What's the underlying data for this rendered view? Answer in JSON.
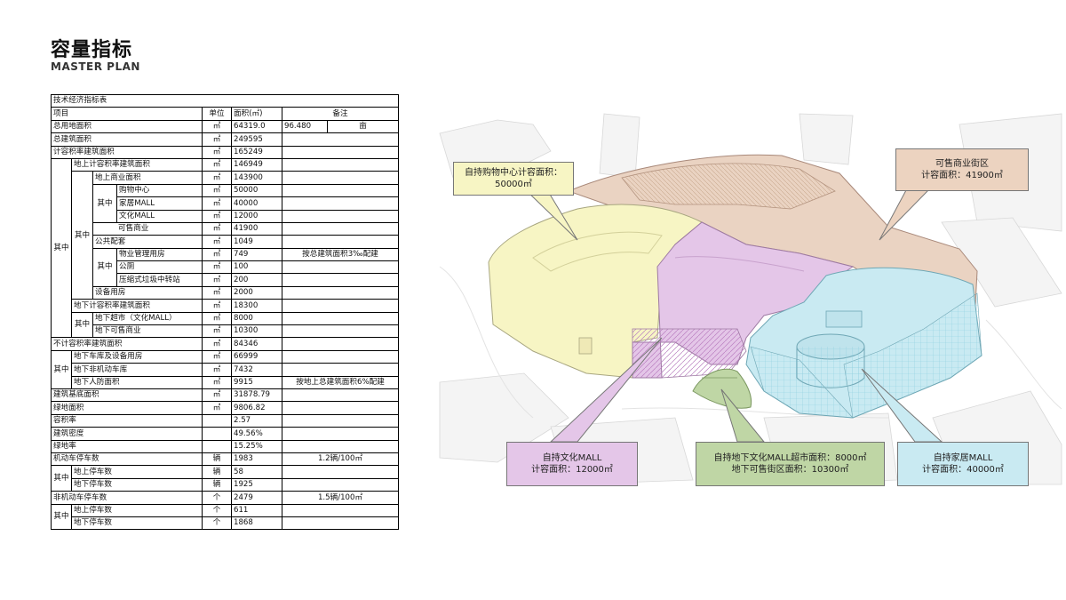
{
  "header": {
    "title": "容量指标",
    "subtitle": "MASTER PLAN"
  },
  "table": {
    "caption": "技术经济指标表",
    "headers": {
      "item": "项目",
      "unit": "单位",
      "area": "面积(㎡)",
      "note": "备注"
    },
    "qizhong": "其中",
    "rows": {
      "total_land": {
        "label": "总用地面积",
        "unit": "㎡",
        "value": "64319.0",
        "mu_value": "96.480",
        "mu_unit": "亩"
      },
      "total_build": {
        "label": "总建筑面积",
        "unit": "㎡",
        "value": "249595"
      },
      "far_build": {
        "label": "计容积率建筑面积",
        "unit": "㎡",
        "value": "165249"
      },
      "above_far": {
        "label": "地上计容积率建筑面积",
        "unit": "㎡",
        "value": "146949"
      },
      "above_commercial": {
        "label": "地上商业面积",
        "unit": "㎡",
        "value": "143900"
      },
      "shopping_center": {
        "label": "购物中心",
        "unit": "㎡",
        "value": "50000"
      },
      "home_mall": {
        "label": "家居MALL",
        "unit": "㎡",
        "value": "40000"
      },
      "culture_mall": {
        "label": "文化MALL",
        "unit": "㎡",
        "value": "12000"
      },
      "saleable": {
        "label": "可售商业",
        "unit": "㎡",
        "value": "41900"
      },
      "public": {
        "label": "公共配套",
        "unit": "㎡",
        "value": "1049"
      },
      "property": {
        "label": "物业管理用房",
        "unit": "㎡",
        "value": "749",
        "note": "按总建筑面积3‰配建"
      },
      "toilet": {
        "label": "公厕",
        "unit": "㎡",
        "value": "100"
      },
      "garbage": {
        "label": "压缩式垃圾中转站",
        "unit": "㎡",
        "value": "200"
      },
      "equipment": {
        "label": "设备用房",
        "unit": "㎡",
        "value": "2000"
      },
      "under_far": {
        "label": "地下计容积率建筑面积",
        "unit": "㎡",
        "value": "18300"
      },
      "under_market": {
        "label": "地下超市（文化MALL）",
        "unit": "㎡",
        "value": "8000"
      },
      "under_saleable": {
        "label": "地下可售商业",
        "unit": "㎡",
        "value": "10300"
      },
      "non_far": {
        "label": "不计容积率建筑面积",
        "unit": "㎡",
        "value": "84346"
      },
      "garage": {
        "label": "地下车库及设备用房",
        "unit": "㎡",
        "value": "66999"
      },
      "non_motor_garage": {
        "label": "地下非机动车库",
        "unit": "㎡",
        "value": "7432"
      },
      "civil_defense": {
        "label": "地下人防面积",
        "unit": "㎡",
        "value": "9915",
        "note": "按地上总建筑面积6%配建"
      },
      "base_area": {
        "label": "建筑基底面积",
        "unit": "㎡",
        "value": "31878.79"
      },
      "green_area": {
        "label": "绿地面积",
        "unit": "㎡",
        "value": "9806.82"
      },
      "far": {
        "label": "容积率",
        "value": "2.57"
      },
      "density": {
        "label": "建筑密度",
        "value": "49.56%"
      },
      "green_rate": {
        "label": "绿地率",
        "value": "15.25%"
      },
      "motor_parking": {
        "label": "机动车停车数",
        "unit": "辆",
        "value": "1983",
        "note": "1.2辆/100㎡"
      },
      "motor_above": {
        "label": "地上停车数",
        "unit": "辆",
        "value": "58"
      },
      "motor_under": {
        "label": "地下停车数",
        "unit": "辆",
        "value": "1925"
      },
      "nonmotor_parking": {
        "label": "非机动车停车数",
        "unit": "个",
        "value": "2479",
        "note": "1.5辆/100㎡"
      },
      "nonmotor_above": {
        "label": "地上停车数",
        "unit": "个",
        "value": "611"
      },
      "nonmotor_under": {
        "label": "地下停车数",
        "unit": "个",
        "value": "1868"
      }
    }
  },
  "callouts": {
    "shopping": {
      "line1": "自持购物中心计容面积：",
      "line2": "50000㎡",
      "color": "#f7f5c4"
    },
    "street": {
      "line1": "可售商业街区",
      "line2": "计容面积：41900㎡",
      "color": "#ecd3c0"
    },
    "culture": {
      "line1": "自持文化MALL",
      "line2": "计容面积：12000㎡",
      "color": "#e4c6e8"
    },
    "underground": {
      "line1": "自持地下文化MALL超市面积：8000㎡",
      "line2": "地下可售街区面积：10300㎡",
      "color": "#bfd6a5"
    },
    "home": {
      "line1": "自持家居MALL",
      "line2": "计容面积：40000㎡",
      "color": "#c9eaf2"
    }
  }
}
